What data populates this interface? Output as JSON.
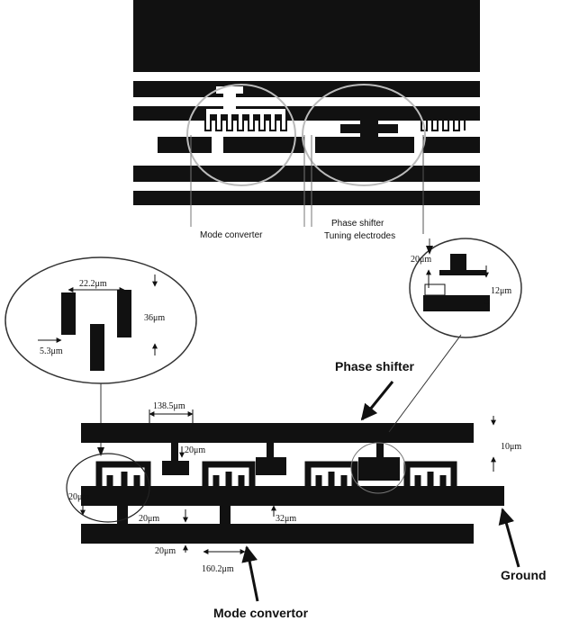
{
  "photo": {
    "label_mode_converter": "Mode converter",
    "label_phase_shifter": "Phase shifter",
    "label_tuning_electrodes": "Tuning electrodes"
  },
  "inset_left": {
    "dim_pitch": "22.2μm",
    "dim_length": "36μm",
    "dim_width": "5.3μm"
  },
  "inset_right": {
    "dim_width": "20μm",
    "dim_height": "12μm"
  },
  "schematic": {
    "label_phase_shifter": "Phase shifter",
    "label_ground": "Ground",
    "label_mode_convertor": "Mode convertor",
    "dim_period": "138.5μm",
    "dim_stub": "20μm",
    "dim_bar": "10μm",
    "dim_left_gap": "20μm",
    "dim_finger_gap": "20μm",
    "dim_center_gap": "32μm",
    "dim_bottom_gap": "20μm",
    "dim_length": "160.2μm"
  },
  "colors": {
    "ink": "#111111",
    "background": "#ffffff"
  }
}
